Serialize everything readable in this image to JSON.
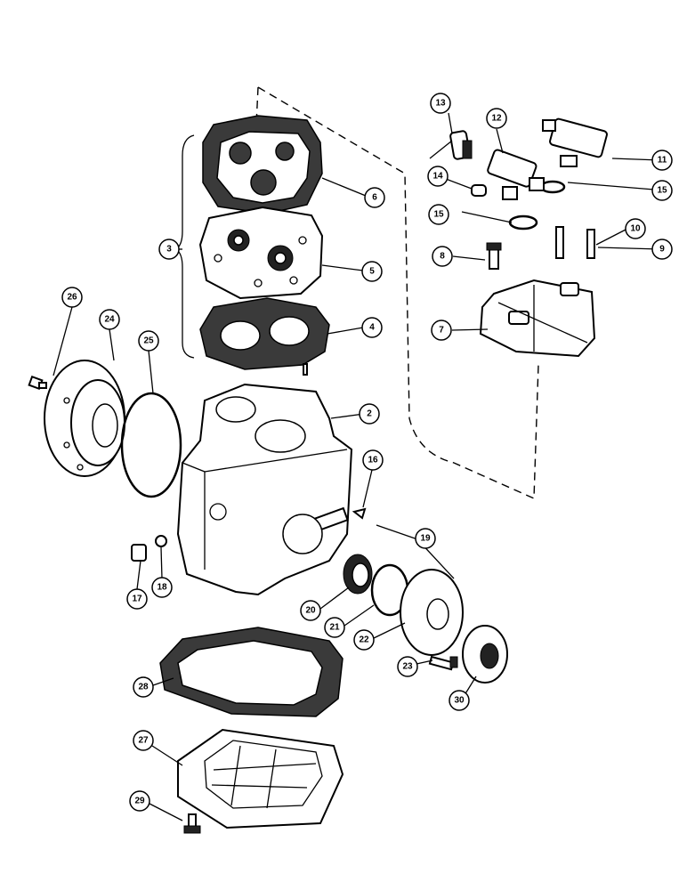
{
  "callouts": [
    "2",
    "3",
    "4",
    "5",
    "6",
    "7",
    "8",
    "9",
    "10",
    "11",
    "12",
    "13",
    "14",
    "15",
    "15",
    "16",
    "17",
    "18",
    "19",
    "20",
    "21",
    "22",
    "23",
    "24",
    "25",
    "26",
    "27",
    "28",
    "29",
    "30"
  ],
  "colors": {
    "ink": "#000000",
    "paper": "#ffffff",
    "gasket": "#3a3a3a"
  }
}
